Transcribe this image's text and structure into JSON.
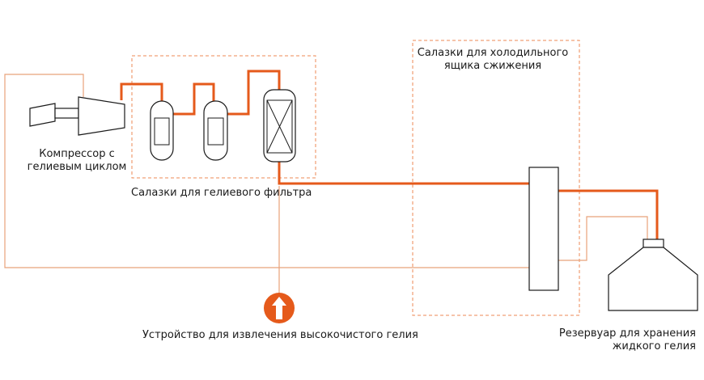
{
  "labels": {
    "compressor": [
      "Компрессор с",
      "гелиевым циклом"
    ],
    "filter_skid": "Салазки для гелиевого фильтра",
    "cold_box": [
      "Салазки для холодильного",
      "ящика сжижения"
    ],
    "extraction": "Устройство для извлечения высокочистого гелия",
    "storage": [
      "Резервуар для хранения",
      "жидкого гелия"
    ]
  },
  "colors": {
    "process_line": "#e55a1b",
    "thin_line": "#e8a27a",
    "dash": "#ec8a55",
    "outline": "#1a1a1a",
    "arrow_fill": "#e55a1b"
  },
  "icons": {
    "arrow": "up-arrow-icon"
  }
}
